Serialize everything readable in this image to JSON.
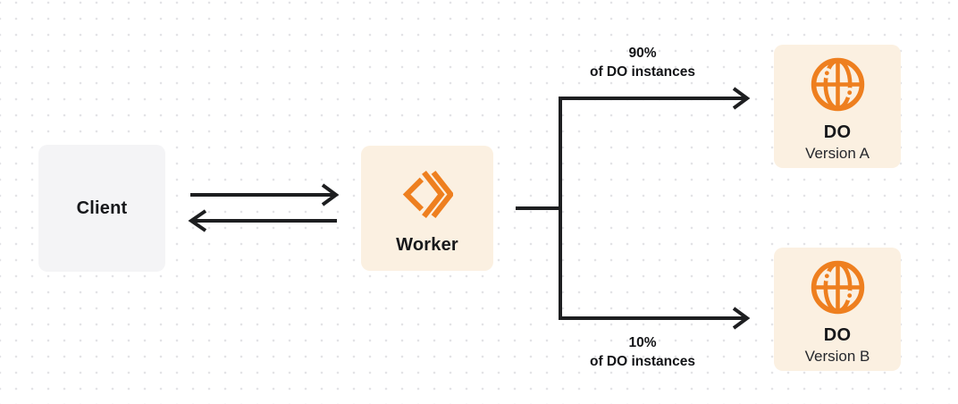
{
  "nodes": {
    "client": {
      "label": "Client"
    },
    "worker": {
      "label": "Worker",
      "icon": "cloudflare-workers-icon"
    },
    "do_a": {
      "title": "DO",
      "subtitle": "Version A",
      "icon": "durable-object-globe-icon"
    },
    "do_b": {
      "title": "DO",
      "subtitle": "Version B",
      "icon": "durable-object-globe-icon"
    }
  },
  "edge_labels": {
    "top": {
      "percent": "90%",
      "caption": "of DO instances"
    },
    "bottom": {
      "percent": "10%",
      "caption": "of DO instances"
    }
  },
  "colors": {
    "accent_orange": "#ee7f1f",
    "node_cream_bg": "#fbf0e1",
    "node_gray_bg": "#f4f4f6",
    "arrow_dark": "#1d1e20",
    "title_text": "#17181b",
    "subtitle_text": "#26282d",
    "dot_grid": "#e3e3e6",
    "canvas_bg": "#ffffff"
  }
}
